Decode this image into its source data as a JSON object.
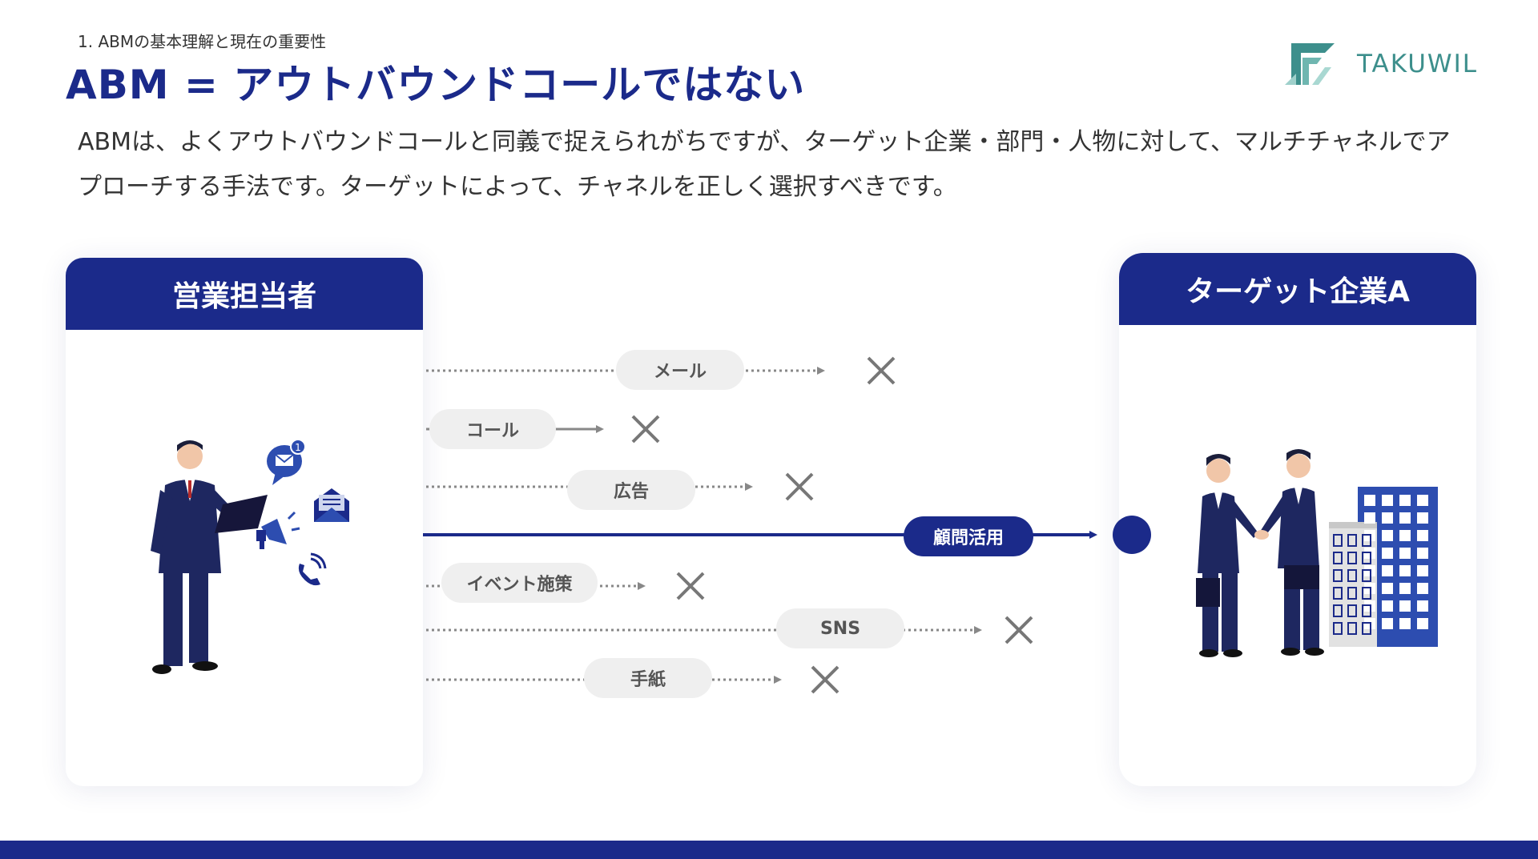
{
  "header": {
    "section_label": "1. ABMの基本理解と現在の重要性",
    "title": "ABM = アウトバウンドコールではない",
    "logo_text": "TAKUWIL"
  },
  "description": "ABMは、よくアウトバウンドコールと同義で捉えられがちですが、ターゲット企業・部門・人物に対して、マルチチャネルでアプローチする手法です。ターゲットによって、チャネルを正しく選択すべきです。",
  "left_card": {
    "title": "営業担当者"
  },
  "right_card": {
    "title": "ターゲット企業A"
  },
  "channels": [
    {
      "label": "メール",
      "result": "x"
    },
    {
      "label": "コール",
      "result": "x"
    },
    {
      "label": "広告",
      "result": "x"
    },
    {
      "label": "顧問活用",
      "result": "reach"
    },
    {
      "label": "イベント施策",
      "result": "x"
    },
    {
      "label": "SNS",
      "result": "x"
    },
    {
      "label": "手紙",
      "result": "x"
    }
  ],
  "notification_badge": "1",
  "colors": {
    "navy": "#1b2a8a",
    "gray": "#888888",
    "pill": "#efefef",
    "logo": "#3d8f8c"
  }
}
